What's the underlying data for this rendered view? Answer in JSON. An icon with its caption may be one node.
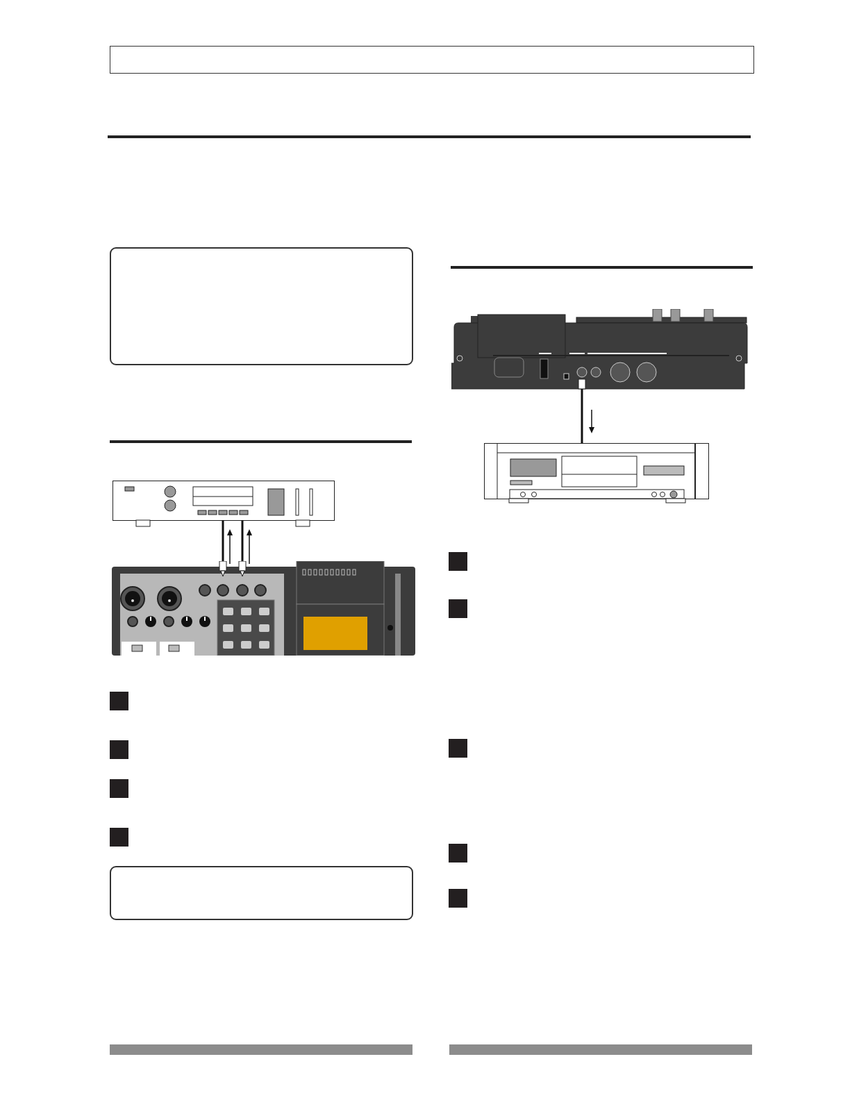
{
  "diagram": {
    "nodes": [
      {
        "text": [],
        "shape": "picture"
      },
      {
        "text": [],
        "shape": "picture"
      },
      {
        "text": [],
        "shape": "picture"
      },
      {
        "text": [],
        "shape": "picture"
      }
    ],
    "edges": [
      {
        "from": 0,
        "to": 1,
        "arrow": "none"
      },
      {
        "from": 0,
        "to": 1,
        "arrow": "none"
      },
      {
        "from": 2,
        "to": 3,
        "arrow": "none"
      }
    ]
  }
}
